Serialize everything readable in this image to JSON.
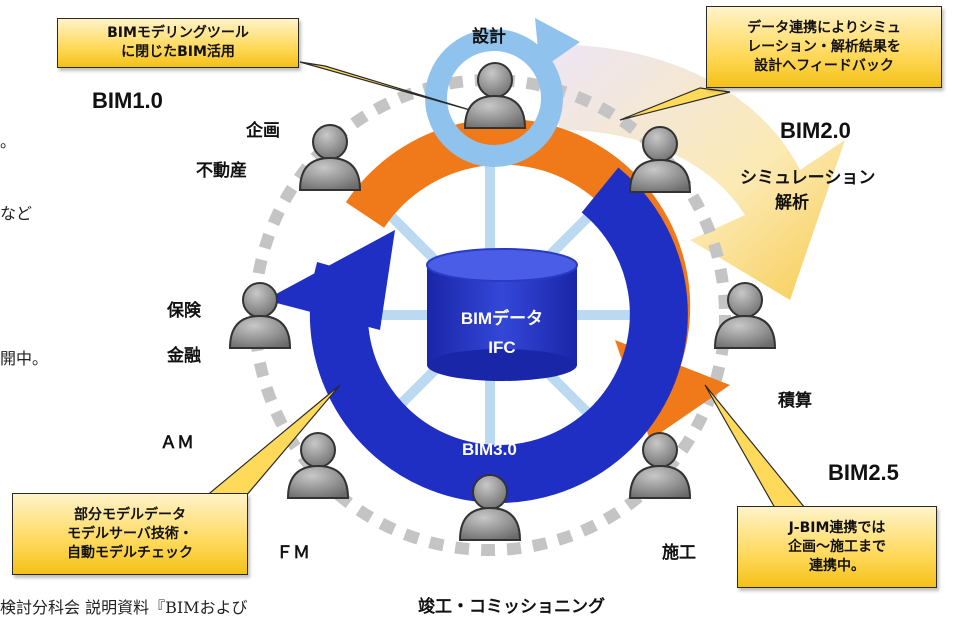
{
  "left_fragments": [
    "。",
    "など",
    "開中。"
  ],
  "bottom_source": "検討分科会 説明資料『BIMおよび",
  "labels": {
    "design": "設計",
    "planning": "企画",
    "real_estate": "不動産",
    "insurance": "保険",
    "finance": "金融",
    "am": "ＡＭ",
    "fm": "ＦＭ",
    "completion": "竣工・コミッショニング",
    "construction": "施工",
    "estimation": "積算",
    "simulation": "シミュレーション",
    "analysis": "解析"
  },
  "stages": {
    "bim1": "BIM1.0",
    "bim2": "BIM2.0",
    "bim25": "BIM2.5",
    "bim3": "BIM3.0"
  },
  "center": {
    "line1": "BIMデータ",
    "line2": "IFC"
  },
  "callouts": {
    "bim1": [
      "BIMモデリングツール",
      "に閉じたBIM活用"
    ],
    "bim2": [
      "データ連携によりシミュ",
      "レーション・解析結果を",
      "設計へフィードバック"
    ],
    "bim3": [
      "部分モデルデータ",
      "モデルサーバ技術・",
      "自動モデルチェック"
    ],
    "bim25": [
      "J-BIM連携では",
      "企画～施工まで",
      "連携中。"
    ]
  },
  "colors": {
    "blue_ring": "#1f2fc4",
    "orange_ring": "#f07a1a",
    "light_blue_ring": "#8fc3ee",
    "callout_fill": "#ffd95a",
    "person": "#8a8a8a"
  }
}
